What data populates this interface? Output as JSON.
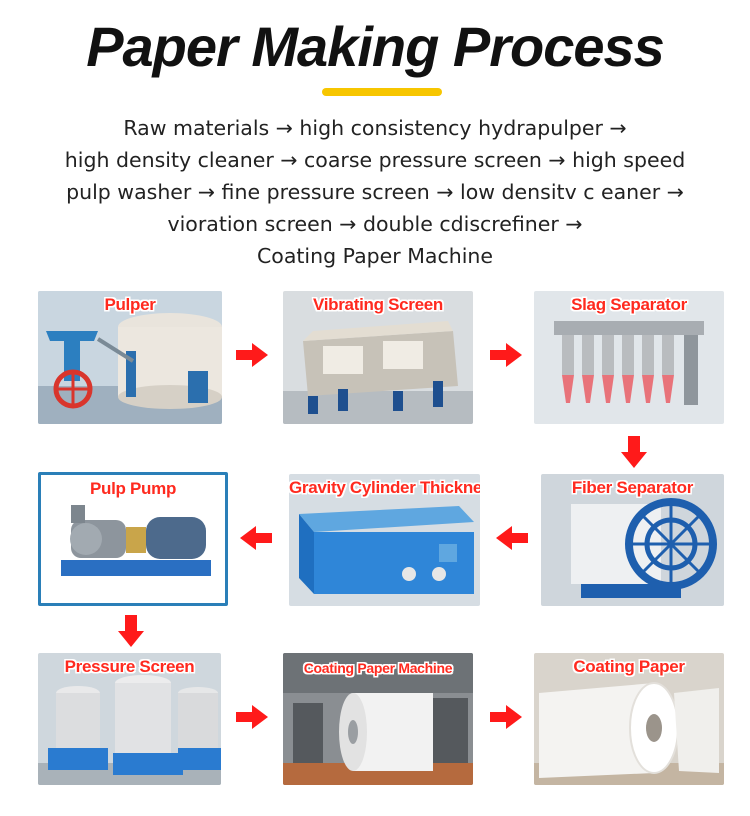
{
  "title": "Paper Making Process",
  "process_lines": [
    "Raw materials → high consistency hydrapulper →",
    "high density cleaner  → coarse pressure screen → high speed",
    "pulp washer → fine pressure screen → low densitv c eaner →",
    "vioration screen → double cdiscrefiner →",
    "Coating Paper Machine"
  ],
  "steps": [
    {
      "label": "Pulper"
    },
    {
      "label": "Vibrating Screen"
    },
    {
      "label": "Slag Separator"
    },
    {
      "label": "Fiber Separator"
    },
    {
      "label": "Gravity Cylinder Thickner"
    },
    {
      "label": "Pulp Pump"
    },
    {
      "label": "Pressure Screen"
    },
    {
      "label": "Coating Paper Machine"
    },
    {
      "label": "Coating Paper"
    }
  ],
  "colors": {
    "accent_yellow": "#f7c600",
    "arrow_red": "#ff1a1a",
    "label_red": "#ff2a1f",
    "border_blue": "#2a7fb8"
  },
  "icons": {
    "arrow": "red-arrow-icon"
  }
}
